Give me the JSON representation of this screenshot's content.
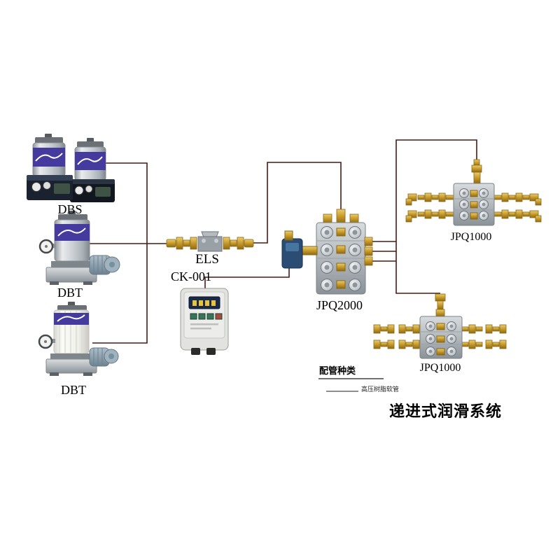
{
  "title": "递进式润滑系统",
  "legend": {
    "heading": "配管种类",
    "item_hose": "高压树脂软管"
  },
  "components": {
    "dbs": {
      "label": "DBS"
    },
    "dbt_upper": {
      "label": "DBT"
    },
    "dbt_lower": {
      "label": "DBT"
    },
    "els": {
      "label": "ELS"
    },
    "controller": {
      "label": "CK-001"
    },
    "jpq2000": {
      "label": "JPQ2000"
    },
    "jpq1000_upper": {
      "label": "JPQ1000"
    },
    "jpq1000_lower": {
      "label": "JPQ1000"
    }
  },
  "colors": {
    "pipe_line": "#4a1a14",
    "brass_fitting": "#c79a2a",
    "reservoir_band": "#453a9e",
    "controller_display": "#18294a",
    "metal_block": "#b2b8bc"
  },
  "graphics": [
    "dbs-dual-pump-illustration",
    "dbt-upper-pump-illustration",
    "dbt-lower-pump-illustration",
    "els-fitting-assembly-illustration",
    "controller-box-illustration",
    "jpq2000-distributor-illustration",
    "jpq1000-upper-distributor-illustration",
    "jpq1000-lower-distributor-illustration"
  ]
}
